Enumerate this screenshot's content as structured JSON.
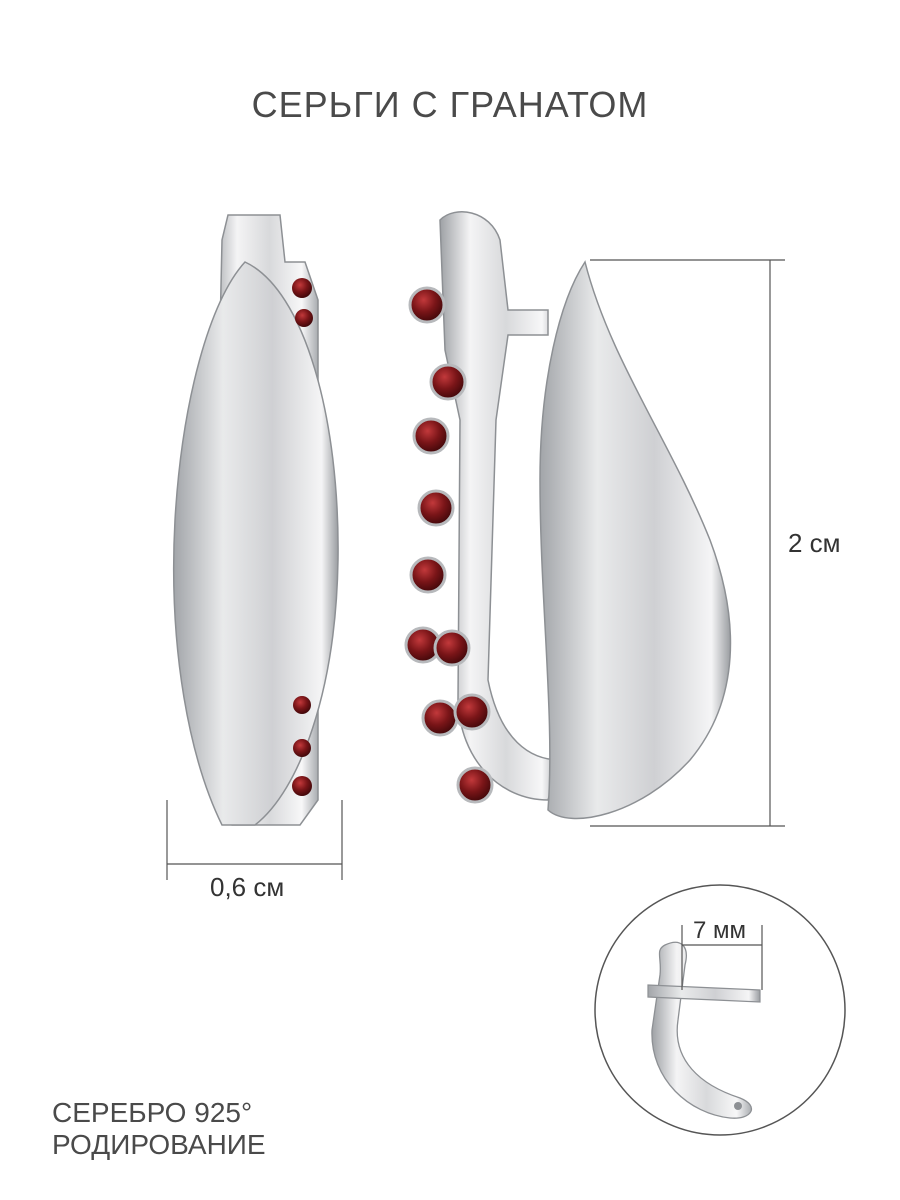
{
  "title": "СЕРЬГИ С ГРАНАТОМ",
  "dimensions": {
    "height": "2 см",
    "width": "0,6 см",
    "hook": "7 мм"
  },
  "material": {
    "line1": "СЕРЕБРО 925°",
    "line2": "РОДИРОВАНИЕ"
  },
  "colors": {
    "silver": "#d9dadc",
    "garnet": "#7a1518",
    "text": "#4a4a4a"
  }
}
